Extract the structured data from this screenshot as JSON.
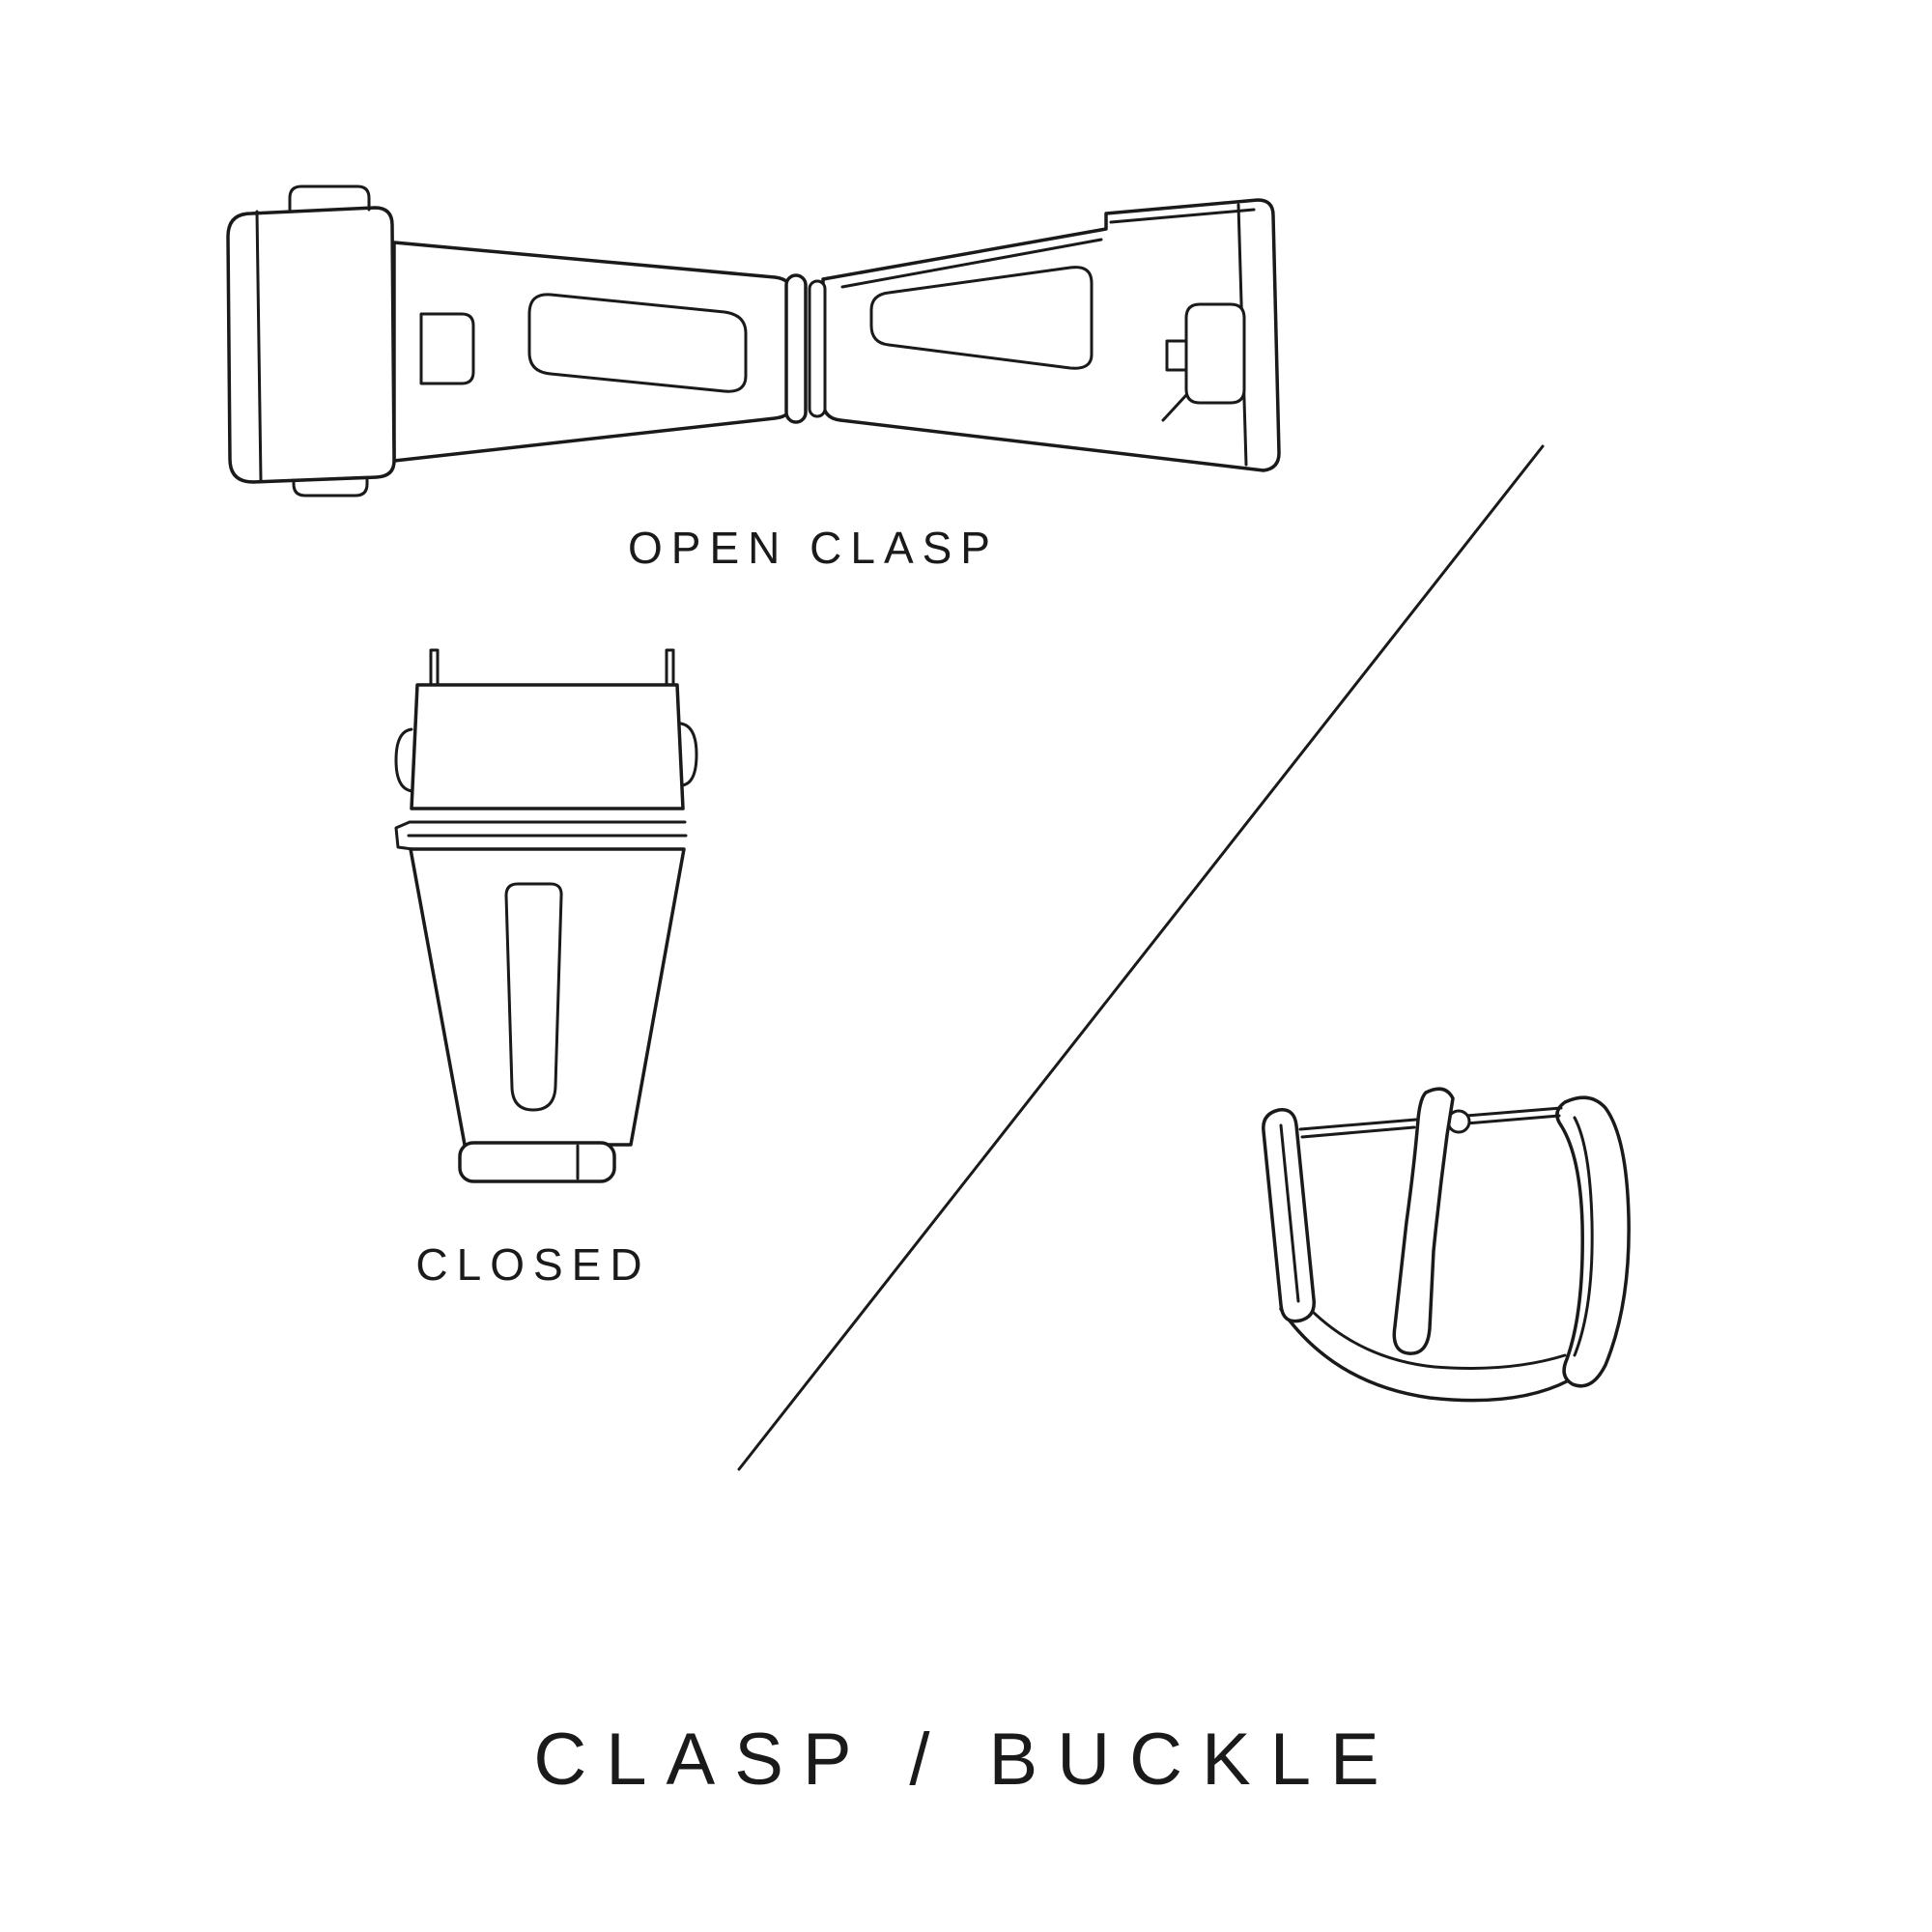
{
  "colors": {
    "background": "#ffffff",
    "line": "#1a1a1a",
    "text": "#1a1a1a"
  },
  "figures": {
    "open_clasp": {
      "label": "OPEN CLASP",
      "illustration": "open-deployant-clasp"
    },
    "closed_clasp": {
      "label": "CLOSED",
      "illustration": "closed-deployant-clasp"
    },
    "buckle": {
      "illustration": "tang-buckle"
    }
  },
  "title": "CLASP / BUCKLE"
}
